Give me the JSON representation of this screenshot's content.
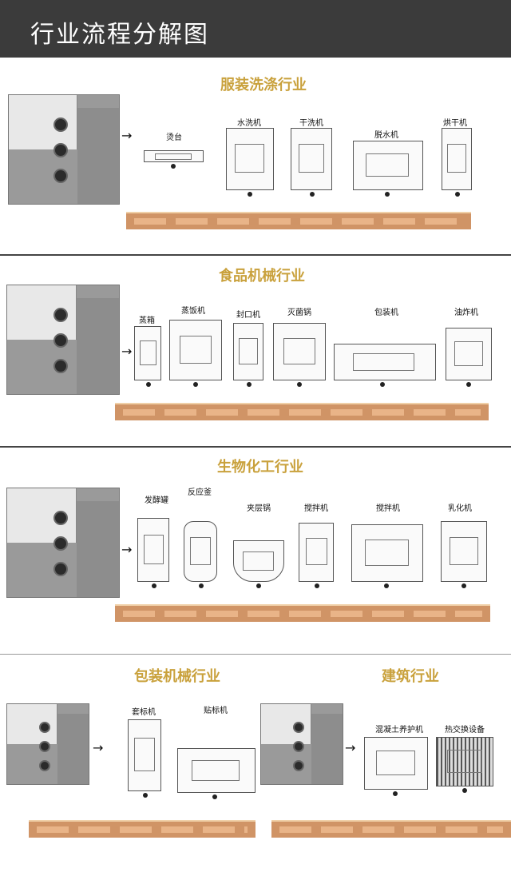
{
  "header": {
    "title": "行业流程分解图"
  },
  "sections": [
    {
      "title": "服装洗涤行业",
      "machines": [
        "烫台",
        "水洗机",
        "干洗机",
        "脱水机",
        "烘干机"
      ]
    },
    {
      "title": "食品机械行业",
      "machines": [
        "蒸箱",
        "蒸饭机",
        "封口机",
        "灭菌锅",
        "包装机",
        "油炸机"
      ]
    },
    {
      "title": "生物化工行业",
      "machines": [
        "发酵罐",
        "反应釜",
        "夹层锅",
        "搅拌机",
        "搅拌机",
        "乳化机"
      ]
    },
    {
      "title": "包装机械行业",
      "machines": [
        "套标机",
        "贴标机"
      ]
    },
    {
      "title": "建筑行业",
      "machines": [
        "混凝土养护机",
        "热交换设备"
      ]
    }
  ],
  "colors": {
    "header_bg": "#3b3b3b",
    "title": "#c9a13c",
    "bar": "#d09466"
  }
}
